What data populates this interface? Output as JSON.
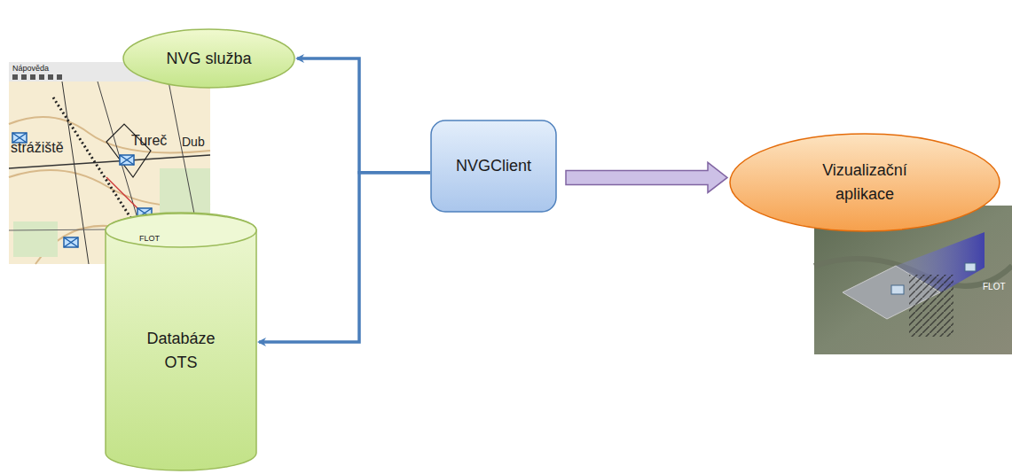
{
  "diagram": {
    "nodes": [
      {
        "text": [
          "NVG služba"
        ]
      },
      {
        "text": [
          "NVGClient"
        ]
      },
      {
        "text": [
          "Vizualizační aplikace"
        ]
      },
      {
        "text": [
          "Databáze OTS"
        ]
      }
    ],
    "edges": [
      {
        "from": 1,
        "to": 0,
        "arrow": "to"
      },
      {
        "from": 1,
        "to": 2,
        "arrow": "to"
      },
      {
        "from": 1,
        "to": 3,
        "arrow": "to"
      }
    ],
    "labels": [
      "Nápověda",
      "Tureč",
      "Dub",
      "strážiště",
      "FLOT",
      "FLOT"
    ]
  }
}
